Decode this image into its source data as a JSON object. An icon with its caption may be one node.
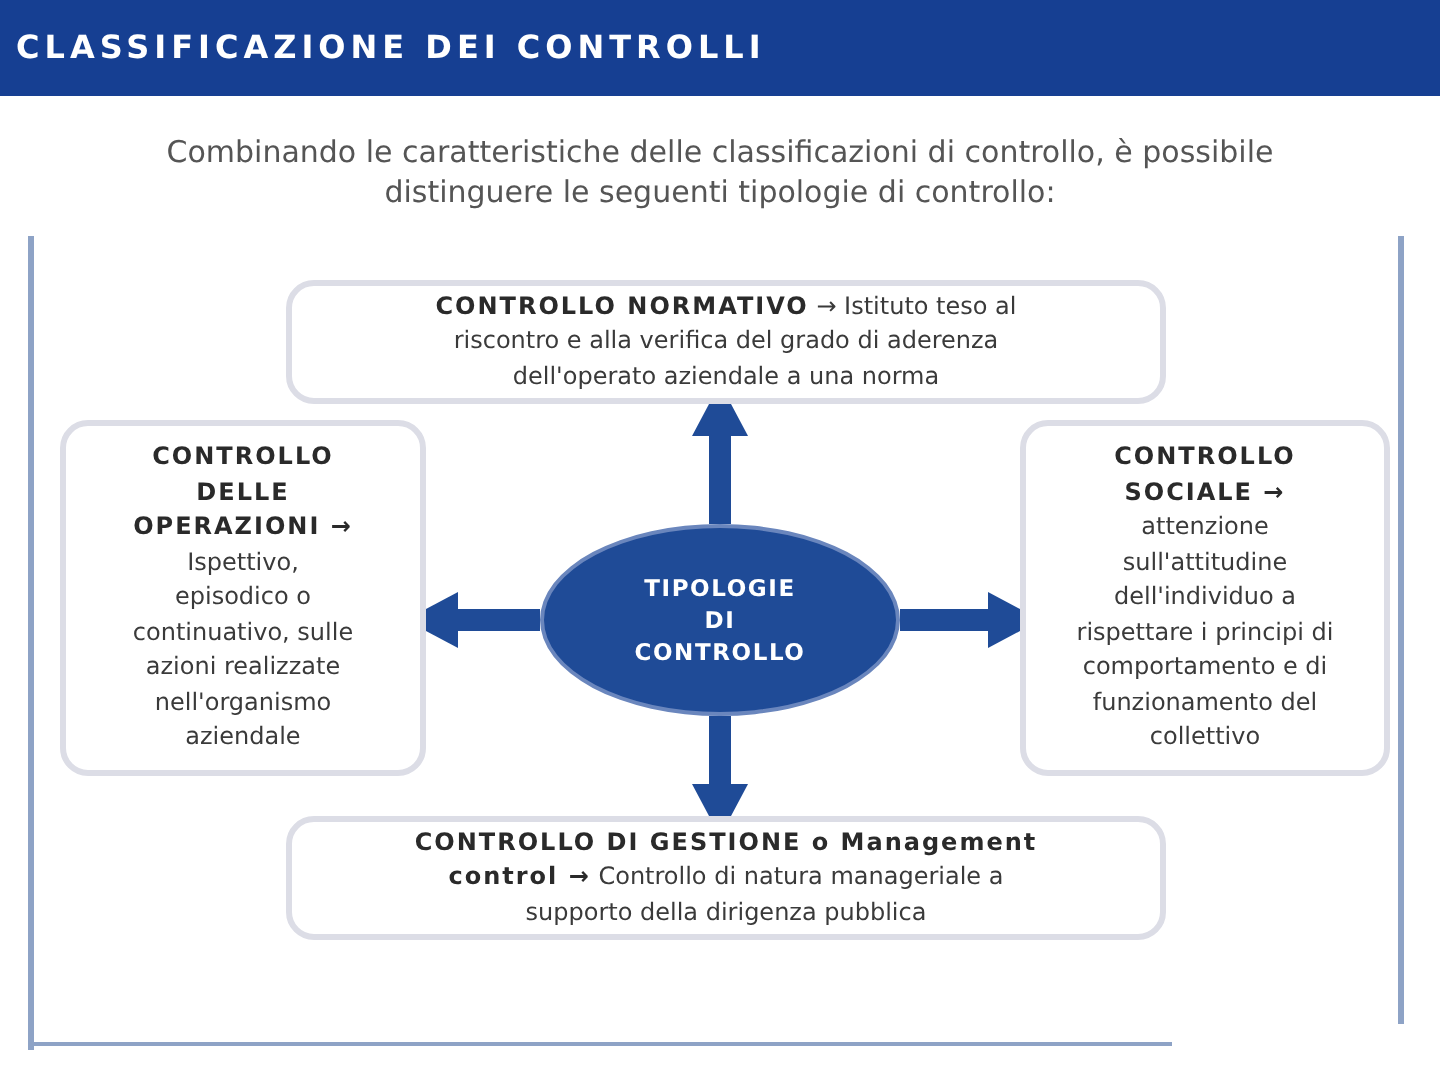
{
  "diagram": {
    "title": "CLASSIFICAZIONE DEI CONTROLLI",
    "nodes": [
      {
        "text": [
          "**CONTROLLO NORMATIVO** → Istituto teso al riscontro e alla verifica del grado di aderenza dell'operato aziendale a una norma"
        ]
      },
      {
        "text": [
          "**CONTROLLO DELLE OPERAZIONI →** Ispettivo, episodico o continuativo, sulle azioni realizzate nell'organismo aziendale"
        ]
      },
      {
        "text": [
          "TIPOLOGIE DI CONTROLLO"
        ]
      },
      {
        "text": [
          "**CONTROLLO SOCIALE →** attenzione sull'attitudine dell'individuo a rispettare i principi di comportamento e di funzionamento del collettivo"
        ]
      },
      {
        "text": [
          "**CONTROLLO DI GESTIONE o Management control →** Controllo di natura manageriale a supporto della dirigenza pubblica"
        ]
      }
    ],
    "edges": [
      {
        "from": 2,
        "to": 0,
        "arrow": "to"
      },
      {
        "from": 2,
        "to": 1,
        "arrow": "to"
      },
      {
        "from": 2,
        "to": 3,
        "arrow": "to"
      },
      {
        "from": 2,
        "to": 4,
        "arrow": "to"
      }
    ],
    "labels": [
      "Combinando le caratteristiche delle classificazioni di controllo, è possibile distinguere le seguenti tipologie di controllo:"
    ]
  }
}
